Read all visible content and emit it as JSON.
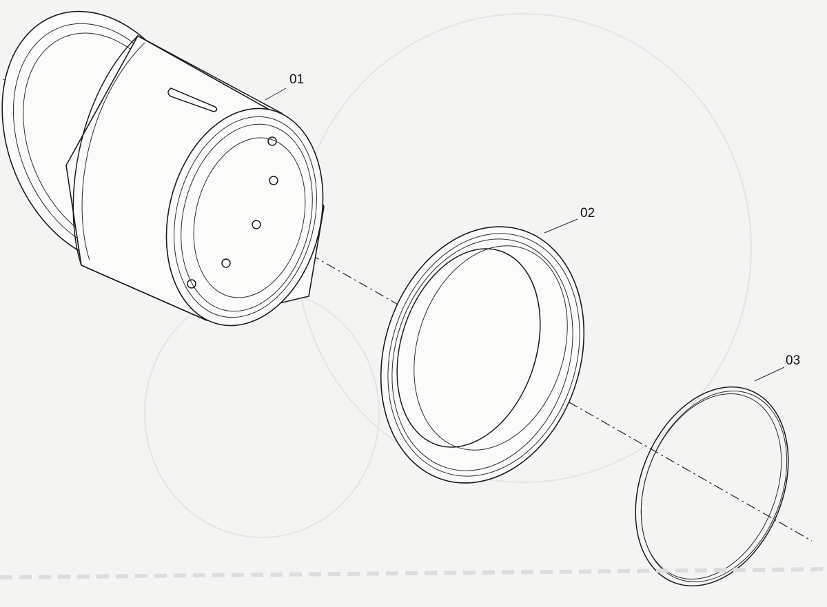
{
  "parts": [
    {
      "id": "rim",
      "label": "01"
    },
    {
      "id": "flange-ring",
      "label": "02"
    },
    {
      "id": "lock-ring",
      "label": "03"
    }
  ],
  "colors": {
    "line": "#1a1a1a",
    "paper": "#f4f4f2"
  }
}
